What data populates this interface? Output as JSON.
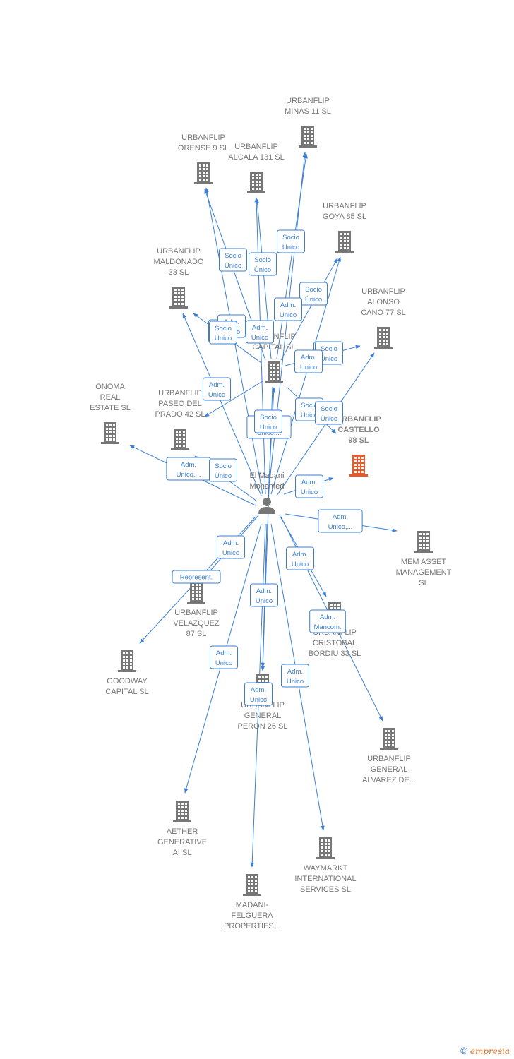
{
  "diagram": {
    "person": {
      "name_lines": [
        "El Madani",
        "Mohamed"
      ]
    },
    "companies": [
      {
        "id": "minas",
        "lines": [
          "URBANFLIP",
          "MINAS 11  SL"
        ],
        "focus": false
      },
      {
        "id": "orense",
        "lines": [
          "URBANFLIP",
          "ORENSE 9  SL"
        ],
        "focus": false
      },
      {
        "id": "alcala",
        "lines": [
          "URBANFLIP",
          "ALCALA 131  SL"
        ],
        "focus": false
      },
      {
        "id": "goya",
        "lines": [
          "URBANFLIP",
          "GOYA 85  SL"
        ],
        "focus": false
      },
      {
        "id": "maldonado",
        "lines": [
          "URBANFLIP",
          "MALDONADO",
          "33  SL"
        ],
        "focus": false
      },
      {
        "id": "alonso",
        "lines": [
          "URBANFLIP",
          "ALONSO",
          "CANO 77  SL"
        ],
        "focus": false
      },
      {
        "id": "capital",
        "lines": [
          "URBANFLIP",
          "CAPITAL  SL"
        ],
        "focus": false
      },
      {
        "id": "onoma",
        "lines": [
          "ONOMA",
          "REAL",
          "ESTATE  SL"
        ],
        "focus": false
      },
      {
        "id": "paseo",
        "lines": [
          "URBANFLIP",
          "PASEO DEL",
          "PRADO 42  SL"
        ],
        "focus": false
      },
      {
        "id": "castello",
        "lines": [
          "URBANFLIP",
          "CASTELLO",
          "98  SL"
        ],
        "focus": true
      },
      {
        "id": "mem",
        "lines": [
          "MEM ASSET",
          "MANAGEMENT",
          "SL"
        ],
        "focus": false
      },
      {
        "id": "velazquez",
        "lines": [
          "URBANFLIP",
          "VELAZQUEZ",
          "87  SL"
        ],
        "focus": false
      },
      {
        "id": "cristobal",
        "lines": [
          "URBANFLIP",
          "CRISTOBAL",
          "BORDIU 33  SL"
        ],
        "focus": false
      },
      {
        "id": "goodway",
        "lines": [
          "GOODWAY",
          "CAPITAL  SL"
        ],
        "focus": false
      },
      {
        "id": "peron",
        "lines": [
          "URBANFLIP",
          "GENERAL",
          "PERON 26  SL"
        ],
        "focus": false
      },
      {
        "id": "alvarez",
        "lines": [
          "URBANFLIP",
          "GENERAL",
          "ALVAREZ DE..."
        ],
        "focus": false
      },
      {
        "id": "aether",
        "lines": [
          "AETHER",
          "GENERATIVE",
          "AI  SL"
        ],
        "focus": false
      },
      {
        "id": "waymarkt",
        "lines": [
          "WAYMARKT",
          "INTERNATIONAL",
          "SERVICES  SL"
        ],
        "focus": false
      },
      {
        "id": "madani",
        "lines": [
          "MADANI-",
          "FELGUERA",
          "PROPERTIES..."
        ],
        "focus": false
      }
    ],
    "relations": [
      {
        "from": "person",
        "to": "minas",
        "tags": [
          [
            "Socio",
            "Único"
          ]
        ]
      },
      {
        "from": "person",
        "to": "orense",
        "tags": [
          [
            "Socio",
            "Único"
          ]
        ]
      },
      {
        "from": "person",
        "to": "alcala",
        "tags": [
          [
            "Socio",
            "Único"
          ]
        ]
      },
      {
        "from": "person",
        "to": "goya",
        "tags": [
          [
            "Socio",
            "Único"
          ]
        ]
      },
      {
        "from": "person",
        "to": "maldonado",
        "tags": [
          [
            "Socio",
            "Único"
          ]
        ]
      },
      {
        "from": "person",
        "to": "alonso",
        "tags": [
          [
            "Socio",
            "Único"
          ]
        ]
      },
      {
        "from": "person",
        "to": "capital",
        "tags": [
          [
            "Adm.",
            "Unico,..."
          ]
        ]
      },
      {
        "from": "person",
        "to": "onoma",
        "tags": [
          [
            "Adm.",
            "Unico,..."
          ]
        ]
      },
      {
        "from": "person",
        "to": "paseo",
        "tags": [
          [
            "Socio",
            "Único"
          ]
        ]
      },
      {
        "from": "person",
        "to": "castello",
        "tags": [
          [
            "Socio",
            "Único"
          ],
          [
            "Adm.",
            "Unico"
          ]
        ]
      },
      {
        "from": "person",
        "to": "mem",
        "tags": [
          [
            "Adm.",
            "Unico,..."
          ]
        ]
      },
      {
        "from": "person",
        "to": "velazquez",
        "tags": [
          [
            "Adm.",
            "Unico"
          ]
        ]
      },
      {
        "from": "person",
        "to": "cristobal",
        "tags": [
          [
            "Adm.",
            "Unico"
          ]
        ]
      },
      {
        "from": "person",
        "to": "goodway",
        "tags": [
          [
            "Represent."
          ]
        ]
      },
      {
        "from": "person",
        "to": "peron",
        "tags": [
          [
            "Adm.",
            "Unico"
          ]
        ]
      },
      {
        "from": "person",
        "to": "alvarez",
        "tags": [
          [
            "Adm.",
            "Mancom."
          ]
        ]
      },
      {
        "from": "person",
        "to": "aether",
        "tags": [
          [
            "Adm.",
            "Unico"
          ]
        ]
      },
      {
        "from": "person",
        "to": "waymarkt",
        "tags": [
          [
            "Adm.",
            "Unico"
          ]
        ]
      },
      {
        "from": "person",
        "to": "madani",
        "tags": [
          [
            "Adm.",
            "Unico"
          ]
        ]
      },
      {
        "from": "capital",
        "to": "minas",
        "tags": [
          [
            "Adm.",
            "Unico"
          ]
        ]
      },
      {
        "from": "capital",
        "to": "orense",
        "tags": [
          [
            "Adm.",
            "Unico"
          ]
        ]
      },
      {
        "from": "capital",
        "to": "alcala",
        "tags": [
          [
            "Adm.",
            "Unico"
          ]
        ]
      },
      {
        "from": "capital",
        "to": "goya",
        "tags": [
          [
            "Socio",
            "Único"
          ]
        ]
      },
      {
        "from": "capital",
        "to": "maldonado",
        "tags": [
          [
            "Socio",
            "Único"
          ]
        ]
      },
      {
        "from": "capital",
        "to": "alonso",
        "tags": [
          [
            "Adm.",
            "Unico"
          ]
        ]
      },
      {
        "from": "capital",
        "to": "paseo",
        "tags": [
          [
            "Adm.",
            "Unico"
          ]
        ]
      },
      {
        "from": "capital",
        "to": "castello",
        "tags": [
          [
            "Socio",
            "Único"
          ]
        ]
      },
      {
        "from": "capital",
        "to": "peron",
        "tags": [
          [
            "Socio",
            "Único"
          ]
        ]
      }
    ]
  },
  "footer": {
    "copyright": "©",
    "brand_initial": "e",
    "brand_rest": "mpresia"
  },
  "colors": {
    "edge": "#3a7fd5",
    "building": "#777777",
    "focus_building": "#e8582c",
    "person": "#777777"
  }
}
